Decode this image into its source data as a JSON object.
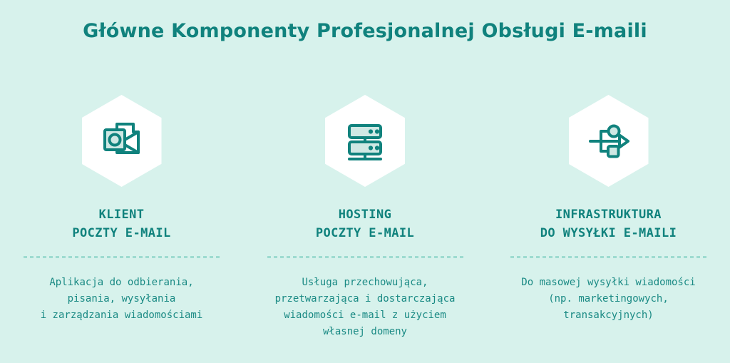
{
  "background_color": "#d7f2ec",
  "accent_color": "#10827d",
  "hexagon_color": "#ffffff",
  "divider_color": "#9ddbd0",
  "icon_fill_color": "#cfe8e4",
  "header": {
    "title": "Główne Komponenty Profesjonalnej Obsługi E-maili"
  },
  "columns": [
    {
      "icon_name": "email-client-icon",
      "heading_lines": [
        "KLIENT",
        "POCZTY E-MAIL"
      ],
      "body_lines": [
        "Aplikacja do odbierania,",
        "pisania, wysyłania",
        "i zarządzania wiadomościami"
      ]
    },
    {
      "icon_name": "mail-hosting-server-icon",
      "heading_lines": [
        "HOSTING",
        "POCZTY E-MAIL"
      ],
      "body_lines": [
        "Usługa przechowująca,",
        "przetwarzająca i dostarczająca",
        "wiadomości e-mail z użyciem",
        "własnej domeny"
      ]
    },
    {
      "icon_name": "email-sending-infrastructure-icon",
      "heading_lines": [
        "INFRASTRUKTURA",
        "DO WYSYŁKI E-MAILI"
      ],
      "body_lines": [
        "Do masowej wysyłki wiadomości",
        "(np. marketingowych,",
        "transakcyjnych)"
      ]
    }
  ]
}
